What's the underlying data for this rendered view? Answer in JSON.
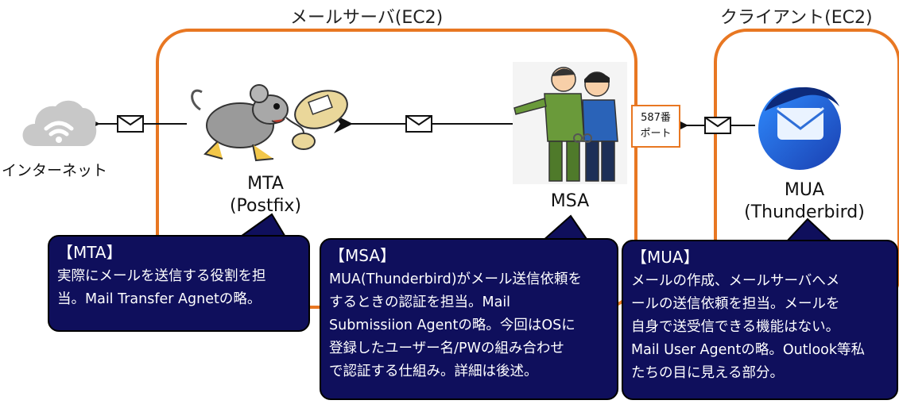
{
  "groups": {
    "mail_server": "メールサーバ(EC2)",
    "client": "クライアント(EC2)"
  },
  "nodes": {
    "internet": {
      "label": "インターネット",
      "icon": "cloud-wifi-icon"
    },
    "mta": {
      "label_line1": "MTA",
      "label_line2": "(Postfix)",
      "icon": "mouse-carrying-mail-sack-icon"
    },
    "msa": {
      "label": "MSA",
      "icon": "officer-checking-person-icon"
    },
    "mua": {
      "label_line1": "MUA",
      "label_line2": "(Thunderbird)",
      "icon": "thunderbird-logo-icon"
    }
  },
  "port": {
    "line1": "587番",
    "line2": "ポート"
  },
  "callouts": {
    "mta": {
      "heading": "【MTA】",
      "lines": [
        "実際にメールを送信する役割を担",
        "当。Mail Transfer Agnetの略。"
      ]
    },
    "msa": {
      "heading": "【MSA】",
      "lines": [
        "MUA(Thunderbird)がメール送信依頼を",
        "するときの認証を担当。Mail",
        "Submissiion Agentの略。今回はOSに",
        "登録したユーザー名/PWの組み合わせ",
        "で認証する仕組み。詳細は後述。"
      ]
    },
    "mua": {
      "heading": "【MUA】",
      "lines": [
        "メールの作成、メールサーバへメ",
        "ールの送信依頼を担当。メールを",
        "自身で送受信できる機能はない。",
        "Mail User Agentの略。Outlook等私",
        "たちの目に見える部分。"
      ]
    }
  },
  "colors": {
    "group_border": "#e87722",
    "callout_fill": "#0f0f5c",
    "callout_border": "#000000",
    "port_border": "#e87722",
    "thunderbird_blue": "#1f6fe0",
    "cloud_gray": "#c8c8c8"
  }
}
